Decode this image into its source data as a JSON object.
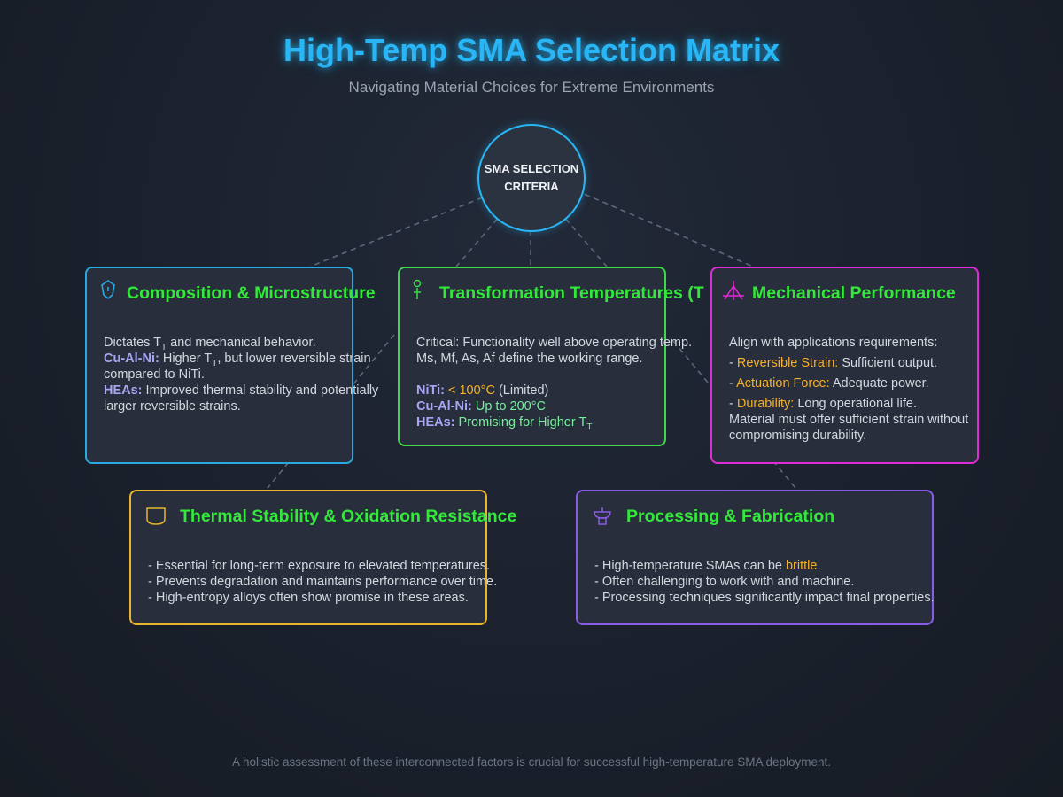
{
  "title": "High-Temp SMA Selection Matrix",
  "subtitle": "Navigating Material Choices for Extreme Environments",
  "hub": {
    "label": "SMA SELECTION CRITERIA"
  },
  "colors": {
    "accent_blue": "#29b6f6",
    "title_green": "#33e83a",
    "composition": "#2aa8e0",
    "transformation": "#3ed84a",
    "mechanical": "#e02bd8",
    "thermal": "#e8b52c",
    "processing": "#8b5ce6",
    "highlight_orange": "#f6b02a",
    "key_purple": "#a8a5f5"
  },
  "cards": {
    "composition": {
      "title": "Composition & Microstructure",
      "icon": "crystal-icon",
      "p1": "Dictates T",
      "p1_sub": "T",
      "p1_end": " and mechanical behavior.",
      "cualni_key": "Cu-Al-Ni:",
      "cualni_a": " Higher T",
      "cualni_sub": "T",
      "cualni_b": ", but lower reversible strain",
      "cualni_c": "compared to NiTi.",
      "heas_key": "HEAs:",
      "heas_a": " Improved thermal stability and potentially",
      "heas_b": "larger reversible strains."
    },
    "transformation": {
      "title": "Transformation Temperatures (T",
      "icon": "thermometer-icon",
      "line1": "Critical: Functionality well above operating temp.",
      "line2": "Ms, Mf, As, Af define the working range.",
      "niti_key": "NiTi:",
      "niti_val": " < 100°C",
      "niti_note": " (Limited)",
      "cualni_key": "Cu-Al-Ni:",
      "cualni_val": " Up to 200°C",
      "heas_key": "HEAs:",
      "heas_val": " Promising for Higher T",
      "heas_sub": "T"
    },
    "mechanical": {
      "title": "Mechanical Performance",
      "icon": "force-vector-icon",
      "intro": "Align with applications requirements:",
      "items": [
        {
          "prefix": "- ",
          "key": "Reversible Strain:",
          "text": " Sufficient output."
        },
        {
          "prefix": "- ",
          "key": "Actuation Force:",
          "text": " Adequate power."
        },
        {
          "prefix": "- ",
          "key": "Durability:",
          "text": " Long operational life."
        }
      ],
      "outro1": "Material must offer sufficient strain without",
      "outro2": "compromising durability."
    },
    "thermal": {
      "title": "Thermal Stability & Oxidation Resistance",
      "icon": "shield-icon",
      "lines": [
        "- Essential for long-term exposure to elevated temperatures.",
        "- Prevents degradation and maintains performance over time.",
        "- High-entropy alloys often show promise in these areas."
      ]
    },
    "processing": {
      "title": "Processing & Fabrication",
      "icon": "crucible-icon",
      "l1a": "- High-temperature SMAs can be ",
      "l1b": "brittle",
      "l1c": ".",
      "l2": "- Often challenging to work with and machine.",
      "l3": "- Processing techniques significantly impact final properties."
    }
  },
  "footer": "A holistic assessment of these interconnected factors is crucial for successful high-temperature SMA deployment."
}
